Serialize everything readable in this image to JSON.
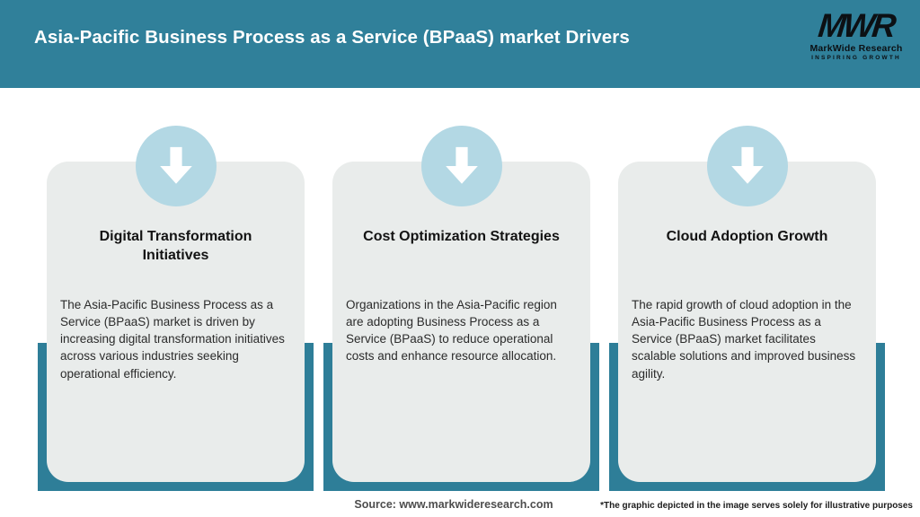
{
  "header": {
    "title": "Asia-Pacific Business Process as a Service (BPaaS) market Drivers",
    "logo": {
      "mark": "MWR",
      "name": "MarkWide Research",
      "tagline": "INSPIRING GROWTH"
    }
  },
  "cards": [
    {
      "icon": "down-arrow-icon",
      "title": "Digital Transformation Initiatives",
      "body": "The Asia-Pacific Business Process as a Service (BPaaS) market is driven by increasing digital transformation initiatives across various industries seeking operational efficiency."
    },
    {
      "icon": "down-arrow-icon",
      "title": "Cost Optimization Strategies",
      "body": "Organizations in the Asia-Pacific region are adopting Business Process as a Service (BPaaS) to reduce operational costs and enhance resource allocation."
    },
    {
      "icon": "down-arrow-icon",
      "title": "Cloud Adoption Growth",
      "body": "The rapid growth of cloud adoption in the Asia-Pacific Business Process as a Service (BPaaS) market facilitates scalable solutions and improved business agility."
    }
  ],
  "footer": {
    "source": "Source: www.markwideresearch.com",
    "disclaimer": "*The graphic depicted in the image serves solely for illustrative purposes"
  },
  "colors": {
    "header_teal": "#30809a",
    "frame_teal": "#2e7e98",
    "circle_blue": "#b3d8e4",
    "card_bg": "#e9eceb",
    "title_ink": "#131313",
    "body_ink": "#2b2b2b",
    "footer_ink": "#4d4d4d",
    "logo_ink": "#0c1014"
  }
}
